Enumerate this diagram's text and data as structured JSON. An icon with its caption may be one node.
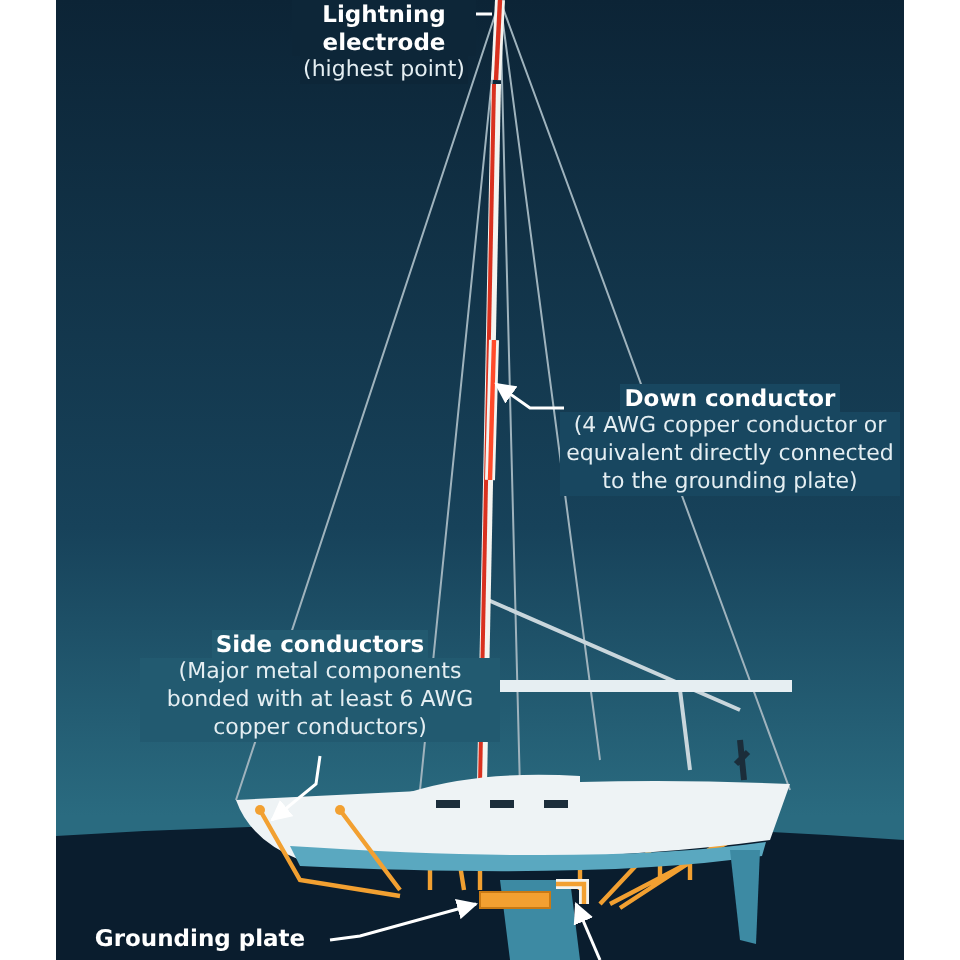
{
  "diagram": {
    "nodes": [
      {
        "text": [
          "Lightning electrode",
          "(highest point)"
        ]
      },
      {
        "text": [],
        "shape": "bar"
      },
      {
        "text": [
          "Down conductor",
          "(4 AWG copper conductor or equivalent directly connected to the grounding plate)"
        ]
      },
      {
        "text": [],
        "shape": "bar"
      },
      {
        "text": [
          "Side conductors",
          "(Major metal components bonded with at least 6 AWG copper conductors)"
        ]
      },
      {
        "text": [],
        "shape": "picture"
      },
      {
        "text": [
          "Grounding plate"
        ]
      },
      {
        "text": [],
        "shape": "box"
      },
      {
        "text": [],
        "shape": "bar"
      }
    ],
    "edges": [
      {
        "from": 0,
        "to": 1,
        "arrow": "none"
      },
      {
        "from": 2,
        "to": 3,
        "arrow": "to"
      },
      {
        "from": 4,
        "to": 5,
        "arrow": "to"
      },
      {
        "from": 6,
        "to": 7,
        "arrow": "to"
      },
      {
        "from": null,
        "to": 8,
        "arrow": "to"
      }
    ]
  }
}
